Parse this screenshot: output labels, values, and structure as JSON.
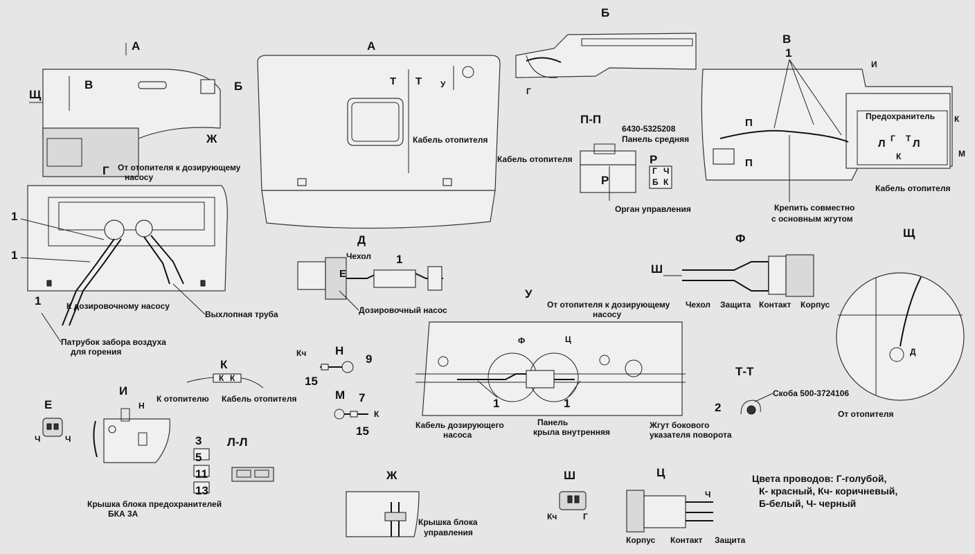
{
  "views": {
    "a_small": "А",
    "v": "В",
    "b": "Б",
    "shch": "Щ",
    "zh": "Ж",
    "a_big": "А",
    "b_top": "Б",
    "v_circle": "В",
    "g": "Г",
    "pp": "П-П",
    "r": "Р",
    "d": "Д",
    "f": "Ф",
    "sh_arrow": "Ш",
    "shch_right": "Щ",
    "u": "У",
    "tt": "Т-Т",
    "n": "Н",
    "m": "М",
    "k": "К",
    "e": "Е",
    "i": "И",
    "ll": "Л-Л",
    "zh_bottom": "Ж",
    "sh_bottom": "Ш",
    "ts_bottom": "Ц",
    "t1": "Т",
    "t2": "Т",
    "u_small": "У",
    "e_small": "Е",
    "p1": "П",
    "p2": "П",
    "i_top": "И",
    "k_right": "К",
    "m_right": "М",
    "l1": "Л",
    "l2": "Л",
    "g2": "Г",
    "t3": "Т",
    "k2": "К",
    "f2": "Ф",
    "ts2": "Ц",
    "d2": "Д"
  },
  "labels": {
    "from_heater_to_pump_1": "От отопителя к дозирующему",
    "from_heater_to_pump_2": "насосу",
    "to_pump": "К дозировочному насосу",
    "exhaust": "Выхлопная труба",
    "air_intake_1": "Патрубок забора воздуха",
    "air_intake_2": "для горения",
    "heater_cable": "Кабель отопителя",
    "part_number": "6430-5325208",
    "panel_middle": "Панель средняя",
    "heater_cable_2": "Кабель отопителя",
    "control_organ": "Орган управления",
    "cover": "Чехол",
    "dosing_pump": "Дозировочный насос",
    "fuse": "Предохранитель",
    "heater_cable_3": "Кабель отопителя",
    "fasten_1": "Крепить совместно",
    "fasten_2": "с основным жгутом",
    "chekhol": "Чехол",
    "zashchita": "Защита",
    "kontakt": "Контакт",
    "korpus": "Корпус",
    "from_heater_to_pump_3": "От отопителя к дозирующему",
    "from_heater_to_pump_4": "насосу",
    "pump_cable_1": "Кабель дозирующего",
    "pump_cable_2": "насоса",
    "panel_wing_1": "Панель",
    "panel_wing_2": "крыла внутренняя",
    "harness_1": "Жгут бокового",
    "harness_2": "указателя поворота",
    "bracket": "Скоба 500-3724106",
    "from_heater": "От отопителя",
    "to_heater": "К отопителю",
    "heater_cable_k": "Кабель отопителя",
    "fuse_cover_1": "Крышка блока предохранителей",
    "fuse_cover_2": "БКА 3А",
    "control_cover_1": "Крышка блока",
    "control_cover_2": "управления",
    "korpus_2": "Корпус",
    "kontakt_2": "Контакт",
    "zashchita_2": "Защита"
  },
  "numbers": {
    "one": "1",
    "two": "2",
    "three": "3",
    "five": "5",
    "seven": "7",
    "nine": "9",
    "eleven": "11",
    "thirteen": "13",
    "fifteen": "15"
  },
  "wire_marks": {
    "ch": "Ч",
    "k": "К",
    "kch": "Кч",
    "g": "Г",
    "b": "Б",
    "n": "Н"
  },
  "legend": {
    "line1": "Цвета проводов: Г-голубой,",
    "line2": "К- красный, Кч- коричневый,",
    "line3": "Б-белый, Ч- черный"
  }
}
